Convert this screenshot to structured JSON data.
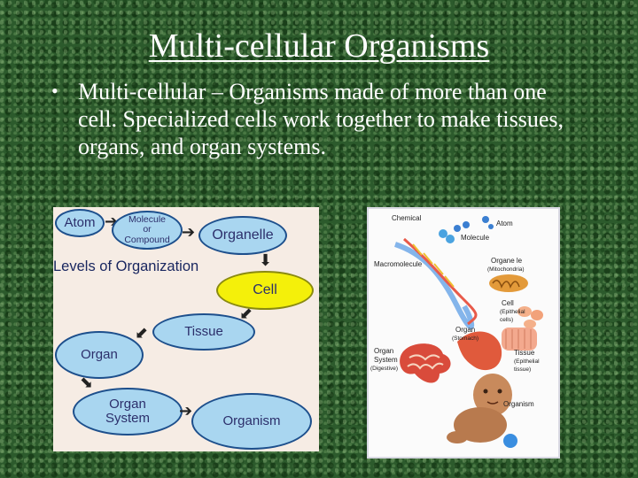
{
  "slide": {
    "title": "Multi-cellular Organisms",
    "bullet_symbol": "•",
    "bullet_text": "Multi-cellular – Organisms made of more than one cell.  Specialized cells work together to make tissues, organs, and organ systems."
  },
  "levels_diagram": {
    "heading": "Levels of Organization",
    "nodes": {
      "atom": "Atom",
      "molecule_1": "Molecule",
      "molecule_2": "or",
      "molecule_3": "Compound",
      "organelle": "Organelle",
      "cell": "Cell",
      "tissue": "Tissue",
      "organ": "Organ",
      "organ_system_1": "Organ",
      "organ_system_2": "System",
      "organism": "Organism"
    },
    "colors": {
      "node_fill": "#a9d6f0",
      "cell_fill": "#f4f00a",
      "background": "#f6ece4"
    }
  },
  "hierarchy_figure": {
    "labels": {
      "chemical": "Chemical",
      "atom": "Atom",
      "molecule": "Molecule",
      "macromolecule": "Macromolecule",
      "organelle": "Organe le",
      "organelle_sub": "(Mitochondria)",
      "cell": "Cell",
      "cell_sub_1": "(Epithelial",
      "cell_sub_2": "cells)",
      "organ": "Organ",
      "organ_sub": "(Stomach)",
      "organ_system": "Organ",
      "organ_system_2": "System",
      "organ_system_sub": "(Digestive)",
      "tissue": "Tissue",
      "tissue_sub_1": "(Epithelial",
      "tissue_sub_2": "tissue)",
      "organism": "Organism"
    }
  }
}
